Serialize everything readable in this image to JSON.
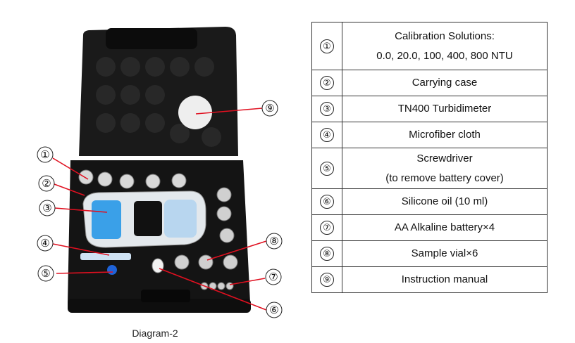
{
  "caption": "Diagram-2",
  "callouts": [
    "①",
    "②",
    "③",
    "④",
    "⑤",
    "⑥",
    "⑦",
    "⑧",
    "⑨"
  ],
  "legend": [
    {
      "num": "①",
      "lines": [
        "Calibration Solutions:",
        "0.0, 20.0, 100, 400, 800 NTU"
      ]
    },
    {
      "num": "②",
      "lines": [
        "Carrying case"
      ]
    },
    {
      "num": "③",
      "lines": [
        "TN400 Turbidimeter"
      ]
    },
    {
      "num": "④",
      "lines": [
        "Microfiber cloth"
      ]
    },
    {
      "num": "⑤",
      "lines": [
        "Screwdriver",
        "(to remove battery cover)"
      ]
    },
    {
      "num": "⑥",
      "lines": [
        "Silicone oil (10 ml)"
      ]
    },
    {
      "num": "⑦",
      "lines": [
        "AA Alkaline battery×4"
      ]
    },
    {
      "num": "⑧",
      "lines": [
        "Sample vial×6"
      ]
    },
    {
      "num": "⑨",
      "lines": [
        "Instruction manual"
      ]
    }
  ],
  "colors": {
    "leader": "#e01020",
    "case": "#161616",
    "meter_screen": "#3aa0e8"
  }
}
